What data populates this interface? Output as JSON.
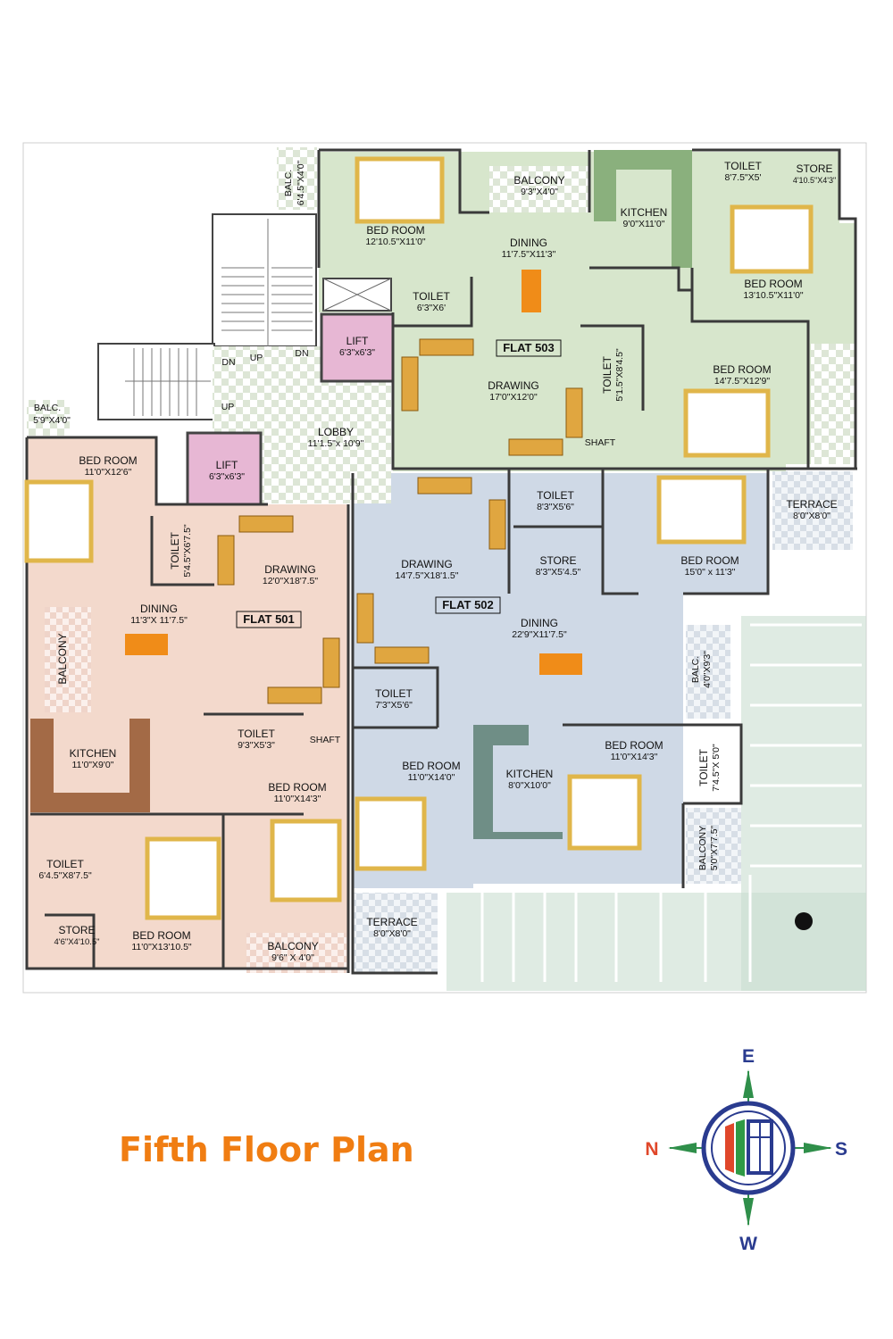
{
  "title": "Fifth Floor Plan",
  "compass": {
    "east": "E",
    "west": "W",
    "north": "N",
    "south": "S"
  },
  "colors": {
    "flat501": "#f3d9cc",
    "flat502": "#cfd9e6",
    "flat503": "#d7e6cc",
    "kitchen501": "#a36a46",
    "kitchen502": "#6f8e86",
    "kitchen503": "#8ab07d",
    "lift": "#e7b7d4",
    "title": "#f07d12",
    "furniture": "#e0a640"
  },
  "flats": {
    "f501": "FLAT 501",
    "f502": "FLAT 502",
    "f503": "FLAT 503"
  },
  "rooms": {
    "balc_503_top": {
      "name": "BALC.",
      "dim": "6'4.5\"X4'0\""
    },
    "bed_503_a": {
      "name": "BED ROOM",
      "dim": "12'10.5\"X11'0\""
    },
    "balcony_503": {
      "name": "BALCONY",
      "dim": "9'3\"X4'0\""
    },
    "kitchen_503": {
      "name": "KITCHEN",
      "dim": "9'0\"X11'0\""
    },
    "toilet_503_a": {
      "name": "TOILET",
      "dim": "8'7.5\"X5'"
    },
    "store_503": {
      "name": "STORE",
      "dim": "4'10.5\"X4'3\""
    },
    "dining_503": {
      "name": "DINING",
      "dim": "11'7.5\"X11'3\""
    },
    "bed_503_b": {
      "name": "BED ROOM",
      "dim": "13'10.5\"X11'0\""
    },
    "toilet_503_b": {
      "name": "TOILET",
      "dim": "6'3\"X6'"
    },
    "lift_a": {
      "name": "LIFT",
      "dim": "6'3\"x6'3\""
    },
    "toilet_503_c": {
      "name": "TOILET",
      "dim": "5'1.5\"X8'4.5\""
    },
    "drawing_503": {
      "name": "DRAWING",
      "dim": "17'0\"X12'0\""
    },
    "bed_503_c": {
      "name": "BED ROOM",
      "dim": "14'7.5\"X12'9\""
    },
    "lobby": {
      "name": "LOBBY",
      "dim": "11'1.5\"x 10'9\""
    },
    "lift_b": {
      "name": "LIFT",
      "dim": "6'3\"x6'3\""
    },
    "balc_501_top": {
      "name": "BALC.",
      "dim": "5'9\"X4'0\""
    },
    "bed_501_a": {
      "name": "BED ROOM",
      "dim": "11'0\"X12'6\""
    },
    "toilet_501_a": {
      "name": "TOILET",
      "dim": "5'4.5\"X6'7.5\""
    },
    "drawing_501": {
      "name": "DRAWING",
      "dim": "12'0\"X18'7.5\""
    },
    "dining_501": {
      "name": "DINING",
      "dim": "11'3\"X 11'7.5\""
    },
    "balcony_501_side": {
      "name": "BALCONY",
      "dim": ""
    },
    "kitchen_501": {
      "name": "KITCHEN",
      "dim": "11'0\"X9'0\""
    },
    "toilet_501_b": {
      "name": "TOILET",
      "dim": "9'3\"X5'3\""
    },
    "bed_501_b": {
      "name": "BED ROOM",
      "dim": "11'0\"X14'3\""
    },
    "toilet_501_c": {
      "name": "TOILET",
      "dim": "6'4.5\"X8'7.5\""
    },
    "store_501": {
      "name": "STORE",
      "dim": "4'6\"X4'10.5\""
    },
    "bed_501_c": {
      "name": "BED ROOM",
      "dim": "11'0\"X13'10.5\""
    },
    "balcony_501_bottom": {
      "name": "BALCONY",
      "dim": "9'6\" X 4'0\""
    },
    "drawing_502": {
      "name": "DRAWING",
      "dim": "14'7.5\"X18'1.5\""
    },
    "toilet_502_a": {
      "name": "TOILET",
      "dim": "8'3\"X5'6\""
    },
    "store_502": {
      "name": "STORE",
      "dim": "8'3\"X5'4.5\""
    },
    "bed_502_a": {
      "name": "BED ROOM",
      "dim": "15'0\" x 11'3\""
    },
    "terrace_502_top": {
      "name": "TERRACE",
      "dim": "8'0\"X8'0\""
    },
    "dining_502": {
      "name": "DINING",
      "dim": "22'9\"X11'7.5\""
    },
    "balc_502_side": {
      "name": "BALC.",
      "dim": "4'0\"X9'3\""
    },
    "toilet_502_b": {
      "name": "TOILET",
      "dim": "7'3\"X5'6\""
    },
    "bed_502_b": {
      "name": "BED ROOM",
      "dim": "11'0\"X14'3\""
    },
    "toilet_502_c": {
      "name": "TOILET",
      "dim": "7'4.5\"X 5'0\""
    },
    "bed_502_c": {
      "name": "BED ROOM",
      "dim": "11'0\"X14'0\""
    },
    "kitchen_502": {
      "name": "KITCHEN",
      "dim": "8'0\"X10'0\""
    },
    "balcony_502_side": {
      "name": "BALCONY",
      "dim": "5'0\"X7'7.5\""
    },
    "terrace_502_bottom": {
      "name": "TERRACE",
      "dim": "8'0\"X8'0\""
    }
  },
  "labels": {
    "shaft": "SHAFT",
    "up": "UP",
    "dn": "DN"
  }
}
